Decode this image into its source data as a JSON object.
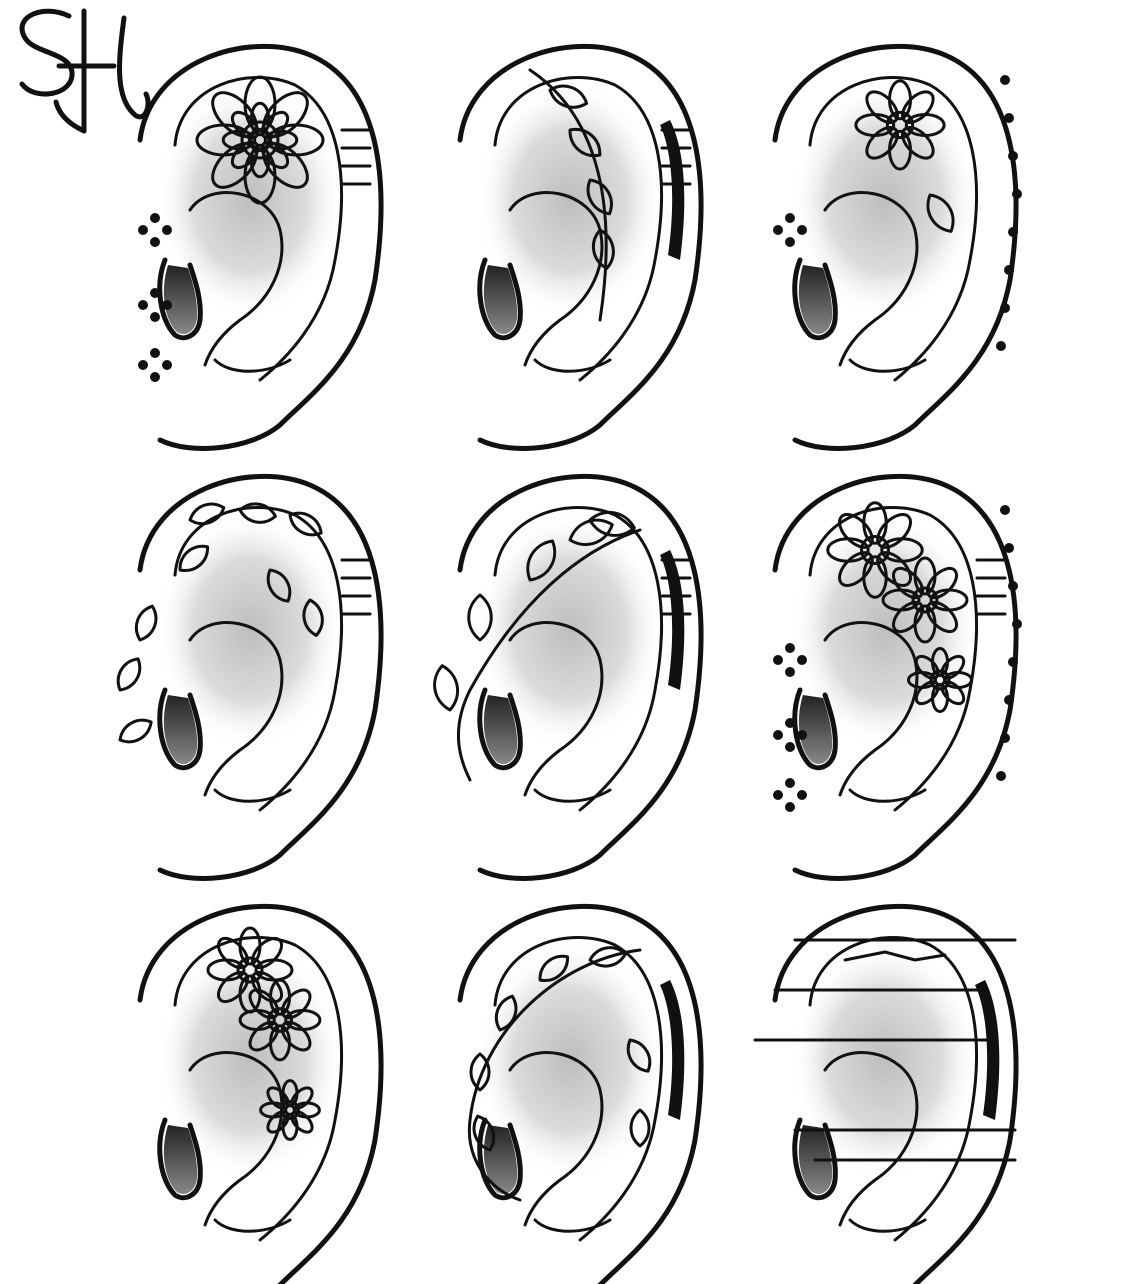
{
  "artwork": {
    "kind": "tattoo flash sheet",
    "signature_logo_text": "SL",
    "grid": {
      "rows": 3,
      "columns": 3
    },
    "ink_color": "#111111",
    "paper_color": "#ffffff",
    "designs": [
      {
        "row": 1,
        "col": 1,
        "motif": "mandala",
        "band": "stripes-squares",
        "dots": "diamond-clusters"
      },
      {
        "row": 1,
        "col": 2,
        "motif": "leafy-branch",
        "band": "solid-black-squares",
        "dots": "none"
      },
      {
        "row": 1,
        "col": 3,
        "motif": "rose",
        "band": "dotted-rim",
        "dots": "diamond-cluster"
      },
      {
        "row": 2,
        "col": 1,
        "motif": "scattered-leaves",
        "band": "many-stripes",
        "dots": "none"
      },
      {
        "row": 2,
        "col": 2,
        "motif": "vine-leaves",
        "band": "solid-and-stripes",
        "dots": "none"
      },
      {
        "row": 2,
        "col": 3,
        "motif": "peony",
        "band": "stripes-dotted-rim",
        "dots": "diamond-clusters"
      },
      {
        "row": 3,
        "col": 1,
        "motif": "chrysanthemum",
        "band": "none",
        "dots": "none"
      },
      {
        "row": 3,
        "col": 2,
        "motif": "leaf-wreath",
        "band": "solid-edge",
        "dots": "none"
      },
      {
        "row": 3,
        "col": 3,
        "motif": "landscape-lines",
        "band": "solid-dots",
        "dots": "none"
      }
    ]
  }
}
